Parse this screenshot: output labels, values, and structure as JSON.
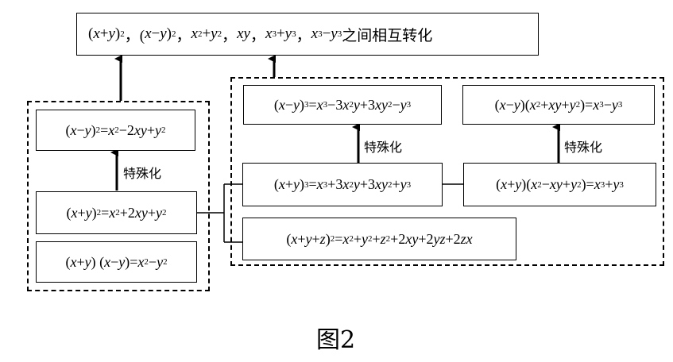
{
  "top_box": {
    "html": "(<i>x</i>+<i>y</i>)<sup>2</sup>，(<i>x</i>−<i>y</i>)<sup>2</sup>，<i>x</i><sup>2</sup>+<i>y</i><sup>2</sup>，<i>xy</i>，<i>x</i><sup>3</sup>+<i>y</i><sup>3</sup>，<i>x</i><sup>3</sup>−<i>y</i><sup>3</sup> 之间相互转化"
  },
  "left_group": {
    "diff_square_top": "(<i>x</i>−<i>y</i>)<sup>2</sup> =<i>x</i><sup>2</sup>−2<i>xy</i>+<i>y</i><sup>2</sup>",
    "sum_square": "(<i>x</i>+<i>y</i>)<sup>2</sup> =<i>x</i><sup>2</sup>+2<i>xy</i>+<i>y</i><sup>2</sup>",
    "diff_of_squares": "(<i>x</i>+<i>y</i>) (<i>x</i>−<i>y</i>)=<i>x</i><sup>2</sup>−<i>y</i><sup>2</sup>",
    "specialize_label": "特殊化"
  },
  "right_group": {
    "diff_cube": "(<i>x</i>−<i>y</i>)<sup>3</sup> =<i>x</i><sup>3</sup>−3<i>x</i><sup>2</sup><i>y</i>+3<i>xy</i><sup>2</sup>−<i>y</i><sup>3</sup>",
    "diff_of_cubes": "(<i>x</i>−<i>y</i>)(<i>x</i><sup>2</sup>+<i>xy</i>+<i>y</i><sup>2</sup>)=<i>x</i><sup>3</sup>−<i>y</i><sup>3</sup>",
    "sum_cube": "(<i>x</i>+<i>y</i>)<sup>3</sup> =<i>x</i><sup>3</sup>+3<i>x</i><sup>2</sup><i>y</i>+3<i>xy</i><sup>2</sup>+<i>y</i><sup>3</sup>",
    "sum_of_cubes": "(<i>x</i>+<i>y</i>)(<i>x</i><sup>2</sup>−<i>xy</i>+<i>y</i><sup>2</sup>)=<i>x</i><sup>3</sup>+<i>y</i><sup>3</sup>",
    "trinomial_square": "(<i>x</i>+<i>y</i>+<i>z</i>)<sup>2</sup> =<i>x</i><sup>2</sup>+<i>y</i><sup>2</sup>+<i>z</i><sup>2</sup>+2<i>xy</i>+2<i>yz</i>+2<i>zx</i>",
    "specialize_label_1": "特殊化",
    "specialize_label_2": "特殊化"
  },
  "caption": "图2"
}
